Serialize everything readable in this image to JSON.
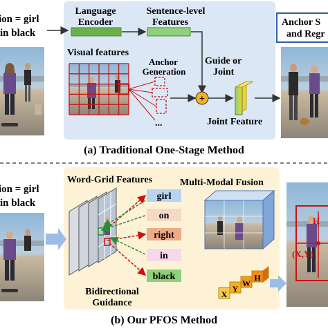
{
  "top": {
    "query_line1": "ion = girl",
    "query_line2": "in black",
    "language_encoder_line1": "Language",
    "language_encoder_line2": "Encoder",
    "sentence_features_line1": "Sentence-level",
    "sentence_features_line2": "Features",
    "visual_features": "Visual features",
    "anchor_gen_line1": "Anchor",
    "anchor_gen_line2": "Generation",
    "ellipsis": "...",
    "guide_line1": "Guide or",
    "guide_line2": "Joint",
    "plus": "+",
    "joint_feature": "Joint Feature",
    "anchor_sel_line1": "Anchor S",
    "anchor_sel_line2": "and Regr",
    "caption": "(a) Traditional One-Stage Method"
  },
  "bottom": {
    "query_line1": "ion = girl",
    "query_line2": "in black",
    "word_grid": "Word-Grid Features",
    "multimodal": "Multi-Modal Fusion",
    "words": [
      "girl",
      "on",
      "right",
      "in",
      "black"
    ],
    "bidir_line1": "Bidirectional",
    "bidir_line2": "Guidance",
    "box_labels": [
      "X",
      "Y",
      "W",
      "H"
    ],
    "h_label": "H",
    "xy_label": "(X,Y)",
    "caption": "(b) Our PFOS Method"
  },
  "colors": {
    "panel_top": "#dbe7f5",
    "panel_bottom": "#fdf2d6",
    "green_bar": "#6ab04c",
    "arrow_blue": "#9bbde6",
    "plus": "#f5b020",
    "word_girl": "#b7d3ef",
    "word_on": "#f3d9c6",
    "word_right": "#efab86",
    "word_in": "#f5d8ea",
    "word_black": "#8fd07a",
    "anchor_red": "#cc1111"
  }
}
